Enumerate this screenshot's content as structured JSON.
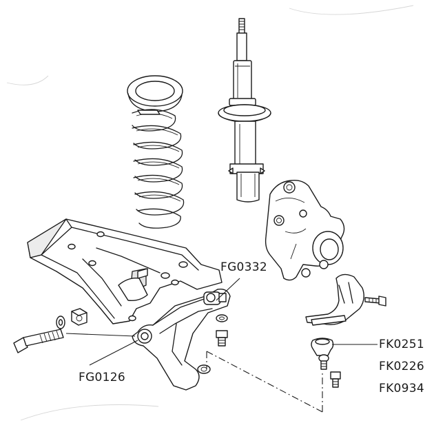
{
  "labels": {
    "fg0332": "FG0332",
    "fg0126": "FG0126",
    "fk0251": "FK0251",
    "fk0226": "FK0226",
    "fk0934": "FK0934"
  },
  "colors": {
    "ink": "#1a1a1a",
    "paper": "#ffffff",
    "shade": "#e4e4e4"
  }
}
